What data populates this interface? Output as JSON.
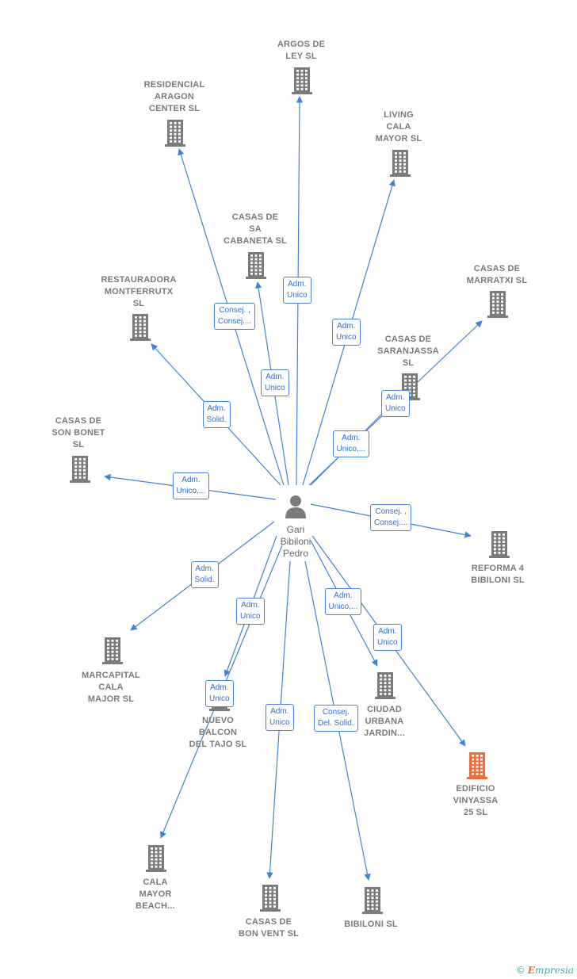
{
  "colors": {
    "edge": "#3f82d6",
    "building": "#7b7b7b",
    "highlight": "#ef6a3c",
    "person": "#7b7b7b",
    "label_border": "#4a86d8"
  },
  "center": {
    "name": "Gari\nBibiloni\nPedro",
    "icon": "person-icon"
  },
  "nodes": [
    {
      "id": "argos",
      "label": "ARGOS DE\nLEY SL",
      "icon": "building-icon"
    },
    {
      "id": "residencial",
      "label": "RESIDENCIAL\nARAGON\nCENTER  SL",
      "icon": "building-icon"
    },
    {
      "id": "living",
      "label": "LIVING\nCALA\nMAYOR  SL",
      "icon": "building-icon"
    },
    {
      "id": "saCabaneta",
      "label": "CASAS DE\nSA\nCABANETA  SL",
      "icon": "building-icon"
    },
    {
      "id": "marratxi",
      "label": "CASAS DE\nMARRATXI SL",
      "icon": "building-icon"
    },
    {
      "id": "restauradora",
      "label": "RESTAURADORA\nMONTFERRUTX\nSL",
      "icon": "building-icon"
    },
    {
      "id": "saranjassa",
      "label": "CASAS DE\nSARANJASSA\nSL",
      "icon": "building-icon"
    },
    {
      "id": "sonBonet",
      "label": "CASAS DE\nSON BONET\nSL",
      "icon": "building-icon"
    },
    {
      "id": "reforma",
      "label": "REFORMA 4\nBIBILONI  SL",
      "icon": "building-icon"
    },
    {
      "id": "marcapital",
      "label": "MARCAPITAL\nCALA\nMAJOR  SL",
      "icon": "building-icon"
    },
    {
      "id": "nuevoBalcon",
      "label": "NUEVO\nBALCON\nDEL TAJO  SL",
      "icon": "building-icon"
    },
    {
      "id": "ciudadUrbana",
      "label": "CIUDAD\nURBANA\nJARDIN...",
      "icon": "building-icon"
    },
    {
      "id": "vinyassa",
      "label": "EDIFICIO\nVINYASSA\n25  SL",
      "icon": "building-icon",
      "highlight": true
    },
    {
      "id": "calaMayorBeach",
      "label": "CALA\nMAYOR\nBEACH...",
      "icon": "building-icon"
    },
    {
      "id": "bonVent",
      "label": "CASAS DE\nBON VENT  SL",
      "icon": "building-icon"
    },
    {
      "id": "bibiloni",
      "label": "BIBILONI  SL",
      "icon": "building-icon"
    }
  ],
  "edges": [
    {
      "to": "argos",
      "label": "Adm.\nUnico"
    },
    {
      "to": "residencial",
      "label": "Consej. ,\nConsej...."
    },
    {
      "to": "living",
      "label": "Adm.\nUnico"
    },
    {
      "to": "saCabaneta",
      "label": "Adm.\nUnico"
    },
    {
      "to": "marratxi",
      "label": "Adm.\nUnico,..."
    },
    {
      "to": "restauradora",
      "label": "Adm.\nSolid."
    },
    {
      "to": "saranjassa",
      "label": "Adm.\nUnico"
    },
    {
      "to": "sonBonet",
      "label": "Adm.\nUnico,..."
    },
    {
      "to": "reforma",
      "label": "Consej. ,\nConsej...."
    },
    {
      "to": "marcapital",
      "label": "Adm.\nSolid."
    },
    {
      "to": "nuevoBalcon",
      "label": "Adm.\nUnico"
    },
    {
      "to": "ciudadUrbana",
      "label": "Adm.\nUnico,..."
    },
    {
      "to": "vinyassa",
      "label": "Adm.\nUnico"
    },
    {
      "to": "calaMayorBeach",
      "label": "Adm.\nUnico"
    },
    {
      "to": "bonVent",
      "label": "Adm.\nUnico"
    },
    {
      "to": "bibiloni",
      "label": "Consej.\nDel. Solid."
    }
  ],
  "brand": {
    "copyright": "©",
    "name": "mpresia",
    "initial": "E"
  }
}
